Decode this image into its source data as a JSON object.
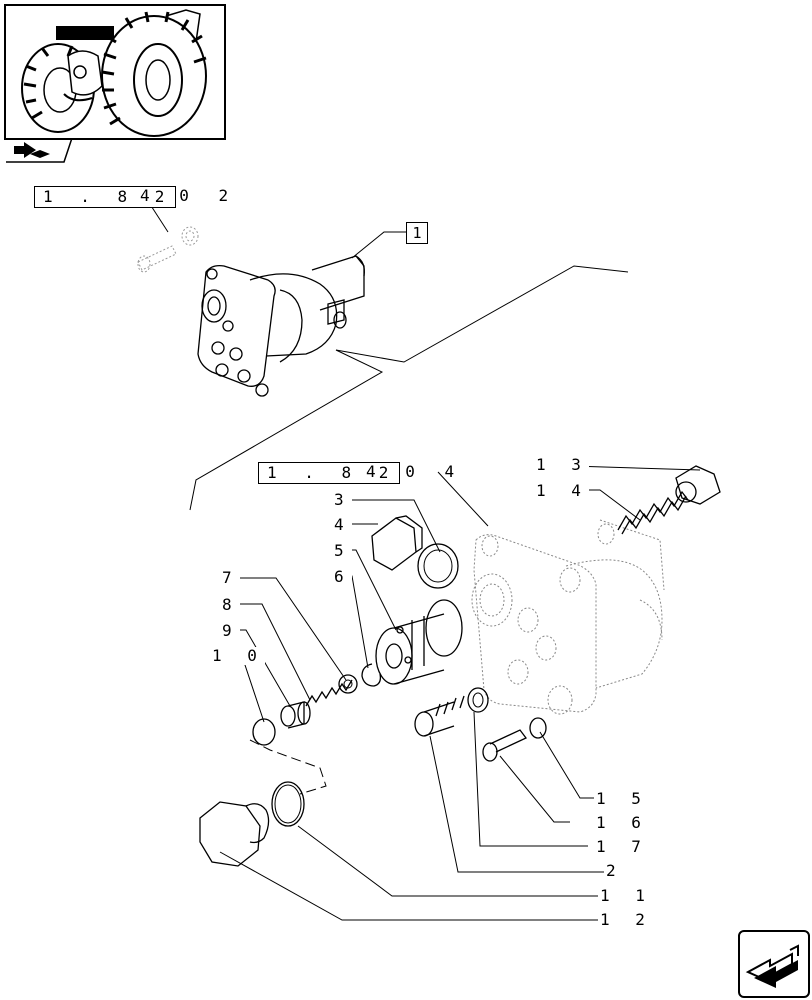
{
  "references": {
    "top_ref_main": "1 . 8 2",
    "top_ref_tail": "4   0 2",
    "mid_ref_main": "1 . 8 2",
    "mid_ref_tail": "4   0 4"
  },
  "assembly_label": "1",
  "callouts": {
    "c2": "2",
    "c3": "3",
    "c4": "4",
    "c5": "5",
    "c6": "6",
    "c7": "7",
    "c8": "8",
    "c9": "9",
    "c10": "1 0",
    "c11": "1 1",
    "c12": "1 2",
    "c13": "1 3",
    "c14": "1 4",
    "c15": "1 5",
    "c16": "1 6",
    "c17": "1 7"
  },
  "icons": {
    "thumbnail": "tractor-thumbnail-icon",
    "section_tab": "book-arrow-icon",
    "nav": "next-page-arrow-icon"
  },
  "colors": {
    "ink": "#000000",
    "background": "#ffffff",
    "phantom": "#888888"
  }
}
